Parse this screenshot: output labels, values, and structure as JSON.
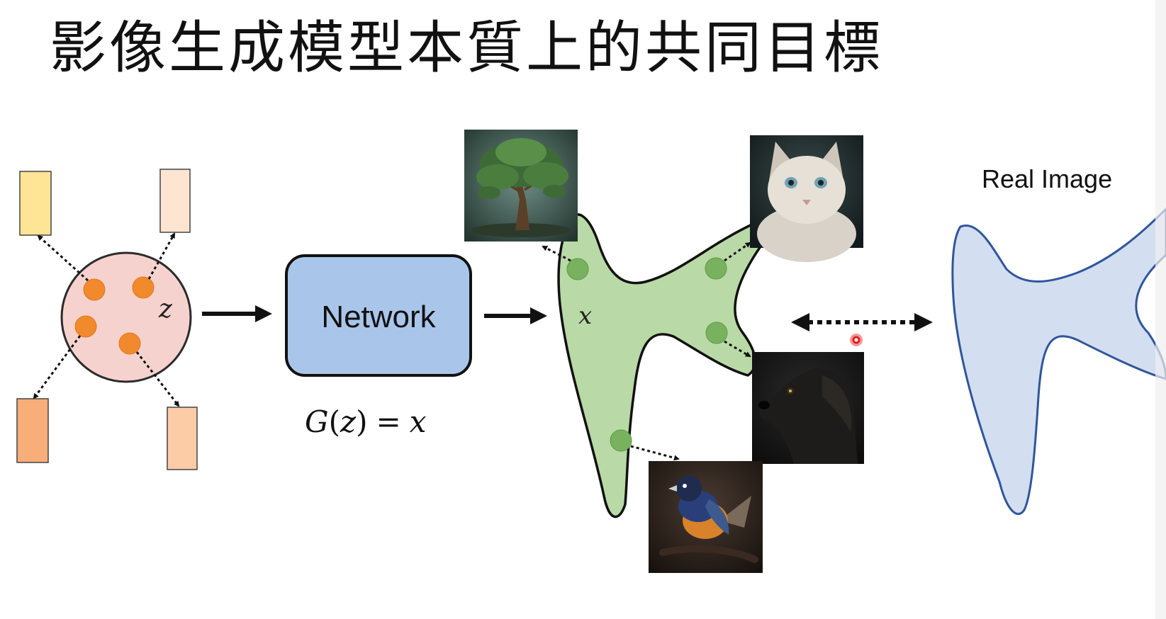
{
  "title": "影像生成模型本質上的共同目標",
  "network_label": "Network",
  "latent_var": "z",
  "output_var": "x",
  "equation": {
    "func": "G",
    "open": "(",
    "arg": "z",
    "close": ")",
    "eq": "=",
    "rhs": "x"
  },
  "real_image_label": "Real Image",
  "thumbnails": [
    {
      "name": "tree-thumbnail"
    },
    {
      "name": "cat-thumbnail"
    },
    {
      "name": "dog-thumbnail"
    },
    {
      "name": "bird-thumbnail"
    }
  ],
  "colors": {
    "latent_circle": "#f6d2cf",
    "latent_dot": "#f08a2c",
    "network_box": "#a9c6ea",
    "generated_dist": "#b9d9a6",
    "generated_dot": "#78b25e",
    "real_dist": "#d3def0",
    "real_outline": "#2f569b",
    "pointer": "#e02020"
  }
}
